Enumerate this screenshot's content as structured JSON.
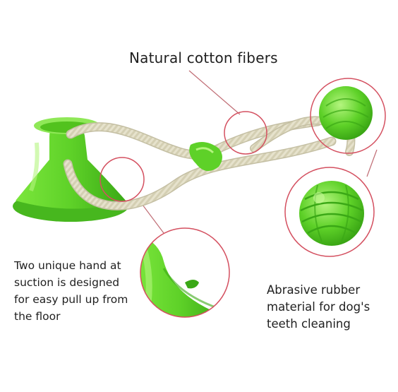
{
  "labels": {
    "cotton": "Natural cotton fibers",
    "suction": "Two unique hand at\nsuction is designed\nfor easy pull up from\nthe floor",
    "rubber": "Abrasive rubber\nmaterial for dog's\nteeth cleaning"
  },
  "colors": {
    "toy_green": "#5ed128",
    "toy_green_dark": "#3aa816",
    "toy_green_light": "#9ff06a",
    "rope": "#e6e2cc",
    "rope_shadow": "#c4bfa3",
    "callout_circle": "#d45060",
    "leader_line": "#c06c74"
  },
  "icons": [
    "suction-cup-toy-image",
    "rope-image",
    "rubber-ball-image"
  ]
}
